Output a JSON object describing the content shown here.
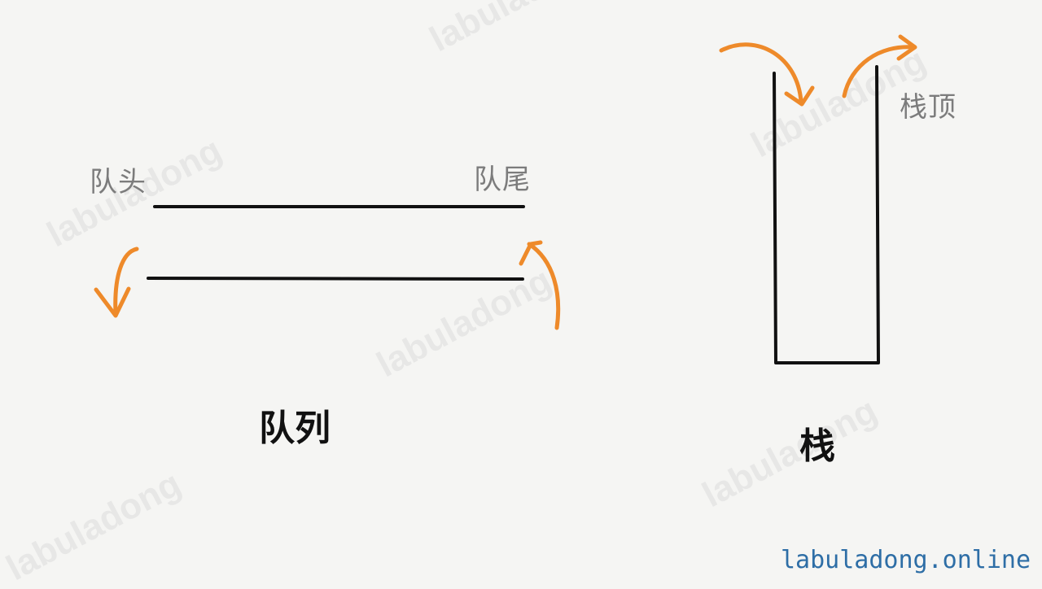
{
  "queue": {
    "title": "队列",
    "head_label": "队头",
    "tail_label": "队尾"
  },
  "stack": {
    "title": "栈",
    "top_label": "栈顶"
  },
  "watermarks": [
    "labuladong",
    "labuladong",
    "labuladong",
    "labuladong",
    "labuladong",
    "labuladong"
  ],
  "footer": {
    "site": "labuladong.online"
  },
  "colors": {
    "arrow": "#ee8a2a",
    "line": "#111111",
    "label": "#7c7c7c",
    "footer": "#2e6ea6",
    "background": "#f5f5f3"
  }
}
